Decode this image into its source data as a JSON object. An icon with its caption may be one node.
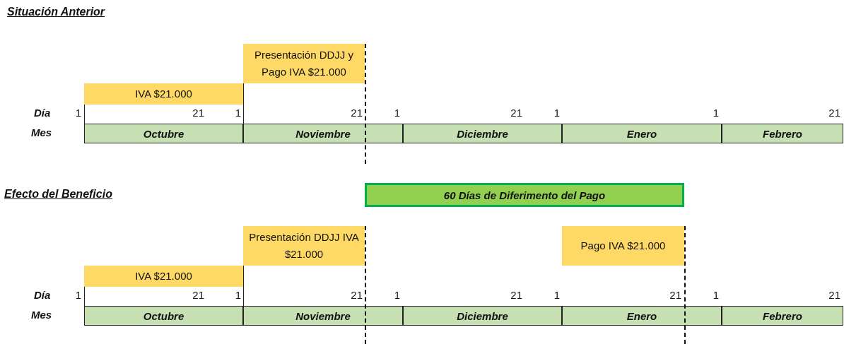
{
  "diagram": {
    "nodes": [
      {
        "text": [
          "IVA $21.000"
        ]
      },
      {
        "text": [
          "Presentación DDJJ y Pago IVA $21.000"
        ]
      },
      {
        "text": [
          "Octubre"
        ]
      },
      {
        "text": [
          "Noviembre"
        ]
      },
      {
        "text": [
          "Diciembre"
        ]
      },
      {
        "text": [
          "Enero"
        ]
      },
      {
        "text": [
          "Febrero"
        ]
      },
      {
        "text": [
          "60 Días de Diferimento del Pago"
        ]
      },
      {
        "text": [
          "Presentación DDJJ IVA $21.000"
        ]
      },
      {
        "text": [
          "Pago IVA $21.000"
        ]
      },
      {
        "text": [
          "IVA $21.000"
        ]
      },
      {
        "text": [
          "Octubre"
        ]
      },
      {
        "text": [
          "Noviembre"
        ]
      },
      {
        "text": [
          "Diciembre"
        ]
      },
      {
        "text": [
          "Enero"
        ]
      },
      {
        "text": [
          "Febrero"
        ]
      }
    ],
    "labels": [
      "Situación Anterior",
      "Día",
      "1",
      "21",
      "1",
      "21",
      "1",
      "21",
      "1",
      "1",
      "21",
      "Mes",
      "Efecto del Beneficio",
      "Día",
      "1",
      "21",
      "1",
      "21",
      "1",
      "21",
      "1",
      "21",
      "1",
      "21",
      "Mes"
    ]
  }
}
